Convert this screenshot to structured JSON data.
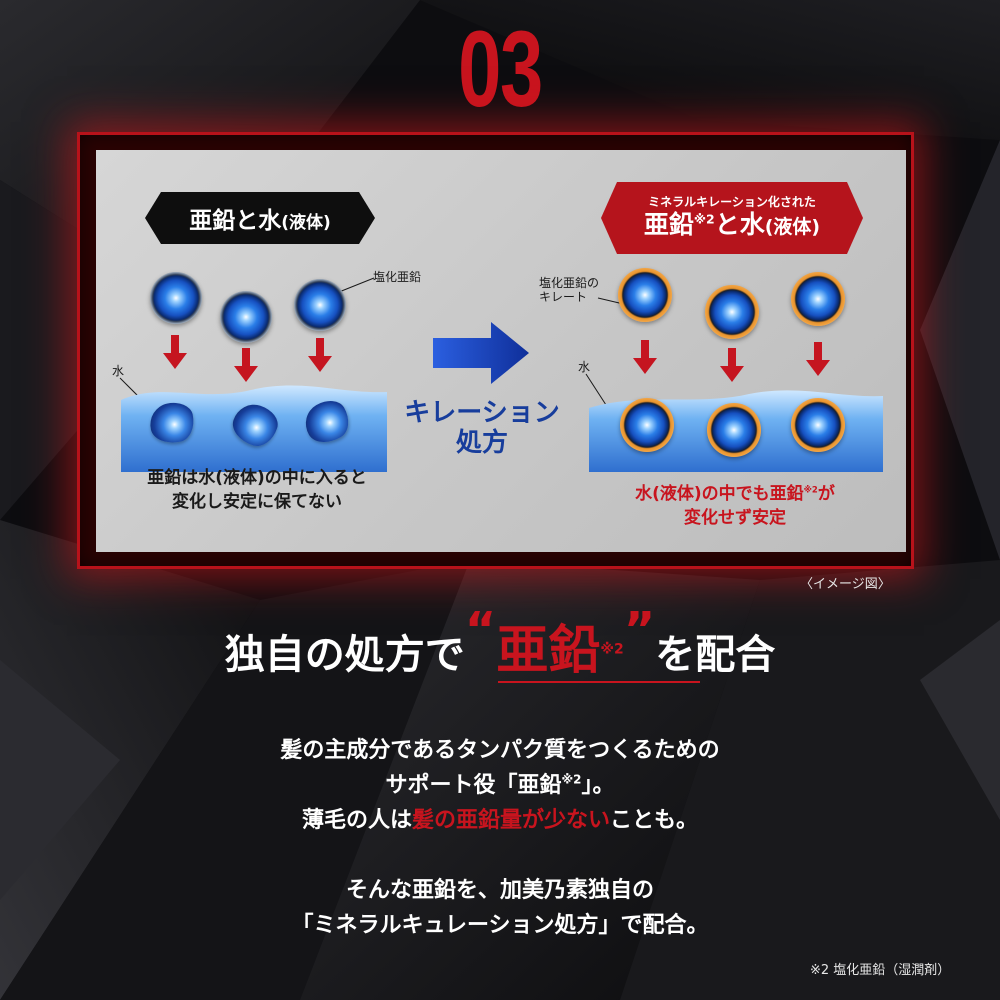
{
  "section_number": "03",
  "left": {
    "header_main": "亜鉛と水",
    "header_small": "(液体)",
    "label_zinc_chloride": "塩化亜鉛",
    "label_water": "水",
    "caption_line1": "亜鉛は水(液体)の中に入ると",
    "caption_line2": "変化し安定に保てない"
  },
  "right": {
    "header_sub": "ミネラルキレーション化された",
    "header_main_1": "亜鉛",
    "header_mark": "※2",
    "header_main_2": "と水",
    "header_small": "(液体)",
    "label_chelate_line1": "塩化亜鉛の",
    "label_chelate_line2": "キレート",
    "label_water": "水",
    "caption_line1_a": "水(液体)の中でも亜鉛",
    "caption_line1_mark": "※2",
    "caption_line1_b": "が",
    "caption_line2": "変化せず安定"
  },
  "process": {
    "line1": "キレーション",
    "line2": "処方"
  },
  "image_note": "〈イメージ図〉",
  "headline": {
    "prefix": "独自の処方で",
    "open_quote": "“",
    "zinc": "亜鉛",
    "mark": "※2",
    "close_quote": "”",
    "suffix": "を配合"
  },
  "body": {
    "line1": "髪の主成分であるタンパク質をつくるための",
    "line2_a": "サポート役「亜鉛",
    "line2_mark": "※2",
    "line2_b": "」。",
    "line3_a": "薄毛の人は",
    "line3_red": "髪の亜鉛量が少ない",
    "line3_b": "ことも。",
    "line4": "そんな亜鉛を、加美乃素独自の",
    "line5": "「ミネラルキュレーション処方」で配合。"
  },
  "footnote": "※2 塩化亜鉛（湿潤剤）",
  "colors": {
    "accent_red": "#c8141e",
    "process_blue": "#173d9c",
    "background": "#0b0b0d"
  }
}
